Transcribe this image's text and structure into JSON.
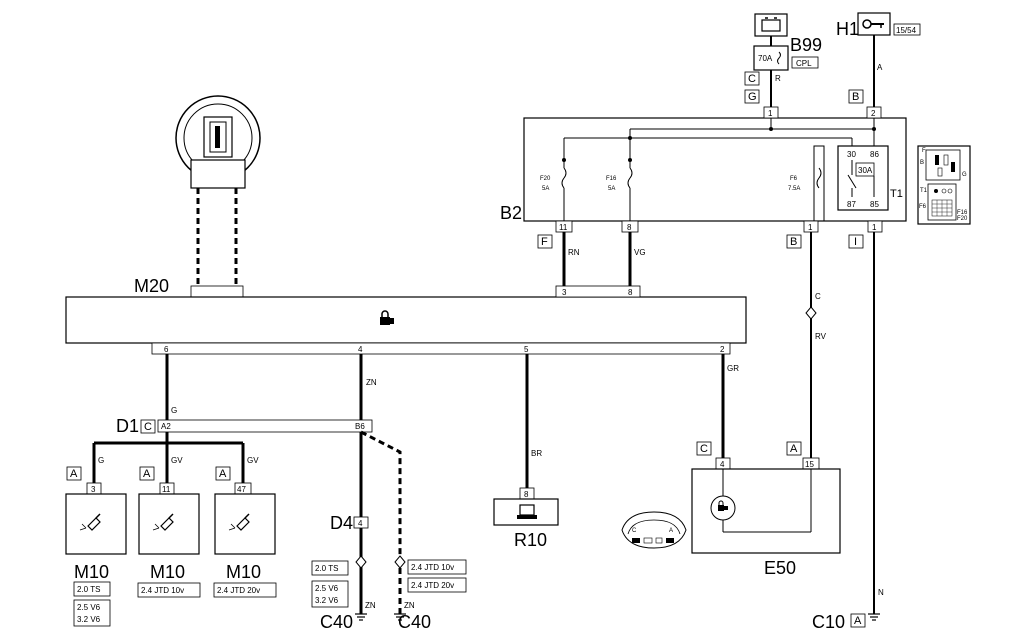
{
  "components": {
    "m20": {
      "name": "M20",
      "pins": [
        "6",
        "4",
        "5",
        "2"
      ]
    },
    "b2": {
      "name": "B2",
      "fuses": [
        {
          "name": "F20",
          "rating": "5A"
        },
        {
          "name": "F16",
          "rating": "5A"
        },
        {
          "name": "F6",
          "rating": "7.5A"
        }
      ],
      "relay": {
        "name": "T1",
        "rating": "30A",
        "pins": [
          "30",
          "86",
          "87",
          "85"
        ]
      },
      "top_pins": [
        "1",
        "2"
      ],
      "bottom_pins": [
        "11",
        "8",
        "1",
        "1"
      ]
    },
    "b99": {
      "name": "B99",
      "fuse": "70A",
      "tag": "CPL"
    },
    "h1": {
      "name": "H1",
      "tag": "15/54"
    },
    "d1": {
      "name": "D1",
      "conn": "C",
      "pins": [
        "A2",
        "B6"
      ]
    },
    "d4": {
      "name": "D4",
      "pin": "4"
    },
    "r10": {
      "name": "R10",
      "pin": "8"
    },
    "e50": {
      "name": "E50",
      "pins": [
        "4",
        "15"
      ]
    },
    "m10_1": {
      "name": "M10",
      "conn": "A",
      "pin": "3",
      "notes": [
        "2.0 TS",
        "2.5 V6\n3.2 V6"
      ]
    },
    "m10_2": {
      "name": "M10",
      "conn": "A",
      "pin": "11",
      "notes": [
        "2.4 JTD 10v"
      ]
    },
    "m10_3": {
      "name": "M10",
      "conn": "A",
      "pin": "47",
      "notes": [
        "2.4 JTD 20v"
      ]
    },
    "c40_1": {
      "name": "C40",
      "notes": [
        "2.0 TS",
        "2.5 V6\n3.2 V6"
      ]
    },
    "c40_2": {
      "name": "C40",
      "notes": [
        "2.4 JTD 10v",
        "2.4 JTD 20v"
      ]
    },
    "c10": {
      "name": "C10",
      "conn": "A"
    }
  },
  "wires": {
    "r": "R",
    "a": "A",
    "rn": "RN",
    "vg": "VG",
    "c": "C",
    "rv": "RV",
    "g": "G",
    "zn": "ZN",
    "br": "BR",
    "gr": "GR",
    "gv": "GV",
    "n": "N"
  },
  "connectors": {
    "c_b99": "C",
    "g_b99": "G",
    "b_h1": "B",
    "f_b2": "F",
    "b_b2": "B",
    "i_b2": "I",
    "c_e50": "C",
    "a_e50": "A"
  },
  "pins": {
    "m20_top_3": "3",
    "m20_top_8": "8",
    "b2_top_1": "1",
    "b2_top_2": "2"
  },
  "inset": {
    "labels": [
      "F",
      "B",
      "G",
      "T1",
      "F6",
      "F16",
      "F20"
    ]
  },
  "inset2": {
    "labels": [
      "C",
      "A"
    ]
  }
}
